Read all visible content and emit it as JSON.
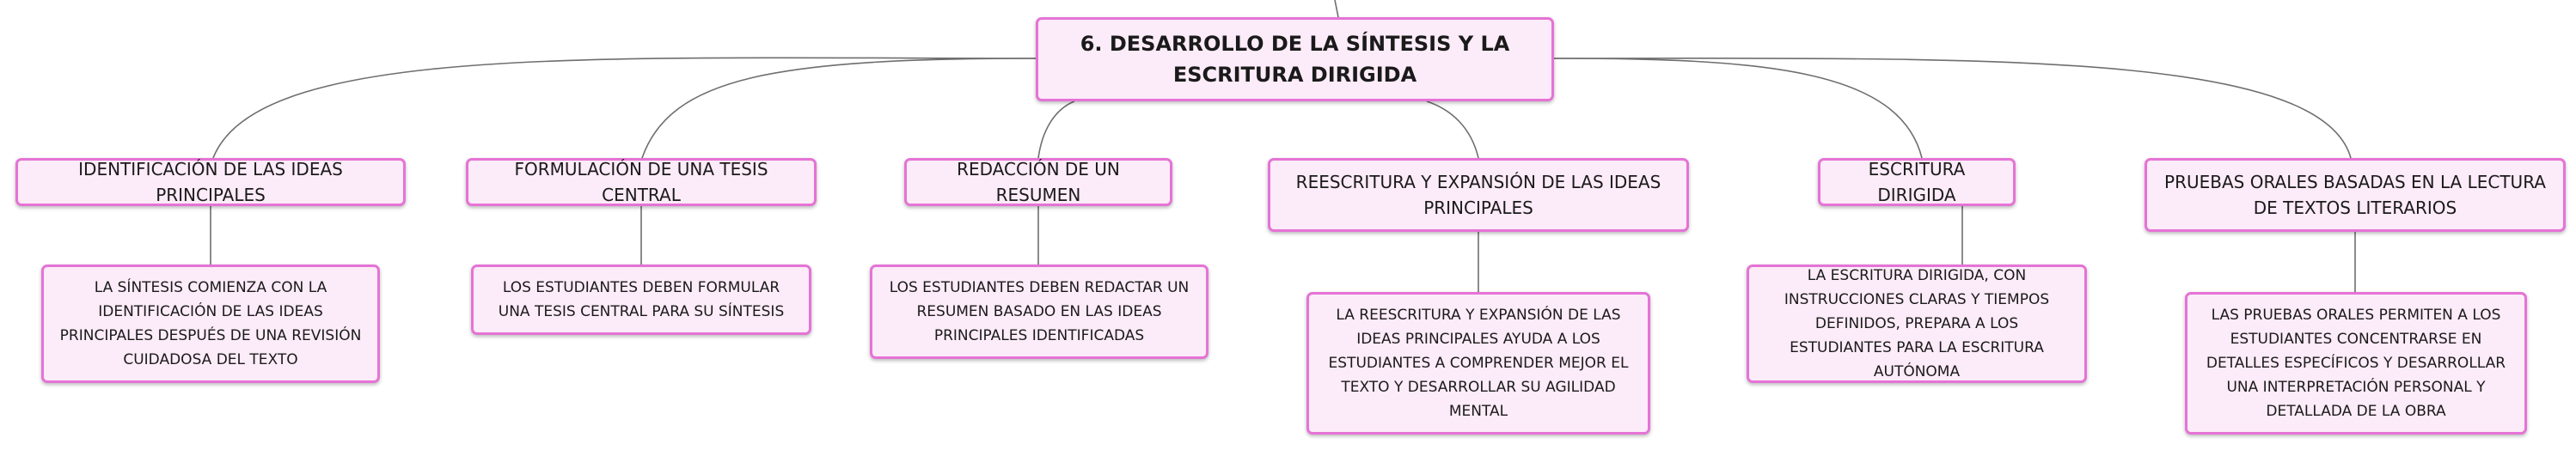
{
  "root": {
    "label": "6. DESARROLLO DE LA SÍNTESIS Y LA ESCRITURA DIRIGIDA"
  },
  "branches": [
    {
      "label": "IDENTIFICACIÓN DE LAS IDEAS PRINCIPALES",
      "detail": "LA SÍNTESIS COMIENZA CON LA IDENTIFICACIÓN DE LAS IDEAS PRINCIPALES DESPUÉS DE UNA REVISIÓN CUIDADOSA DEL TEXTO"
    },
    {
      "label": "FORMULACIÓN DE UNA TESIS CENTRAL",
      "detail": "LOS ESTUDIANTES DEBEN FORMULAR UNA TESIS CENTRAL PARA SU SÍNTESIS"
    },
    {
      "label": "REDACCIÓN DE UN RESUMEN",
      "detail": "LOS ESTUDIANTES DEBEN REDACTAR UN RESUMEN BASADO EN LAS IDEAS PRINCIPALES IDENTIFICADAS"
    },
    {
      "label": "REESCRITURA Y EXPANSIÓN DE LAS IDEAS PRINCIPALES",
      "detail": "LA REESCRITURA Y EXPANSIÓN DE LAS IDEAS PRINCIPALES AYUDA A LOS ESTUDIANTES A COMPRENDER MEJOR EL TEXTO Y DESARROLLAR SU AGILIDAD MENTAL"
    },
    {
      "label": "ESCRITURA DIRIGIDA",
      "detail": "LA ESCRITURA DIRIGIDA, CON INSTRUCCIONES CLARAS Y TIEMPOS DEFINIDOS, PREPARA A LOS ESTUDIANTES PARA LA ESCRITURA AUTÓNOMA"
    },
    {
      "label": "PRUEBAS ORALES BASADAS EN LA LECTURA DE TEXTOS LITERARIOS",
      "detail": "LAS PRUEBAS ORALES PERMITEN A LOS ESTUDIANTES CONCENTRARSE EN DETALLES ESPECÍFICOS Y DESARROLLAR UNA INTERPRETACIÓN PERSONAL Y DETALLADA DE LA OBRA"
    }
  ],
  "style": {
    "node_fill": "#fcebf8",
    "node_border": "#e573d6",
    "connector": "#6e6e6e"
  }
}
